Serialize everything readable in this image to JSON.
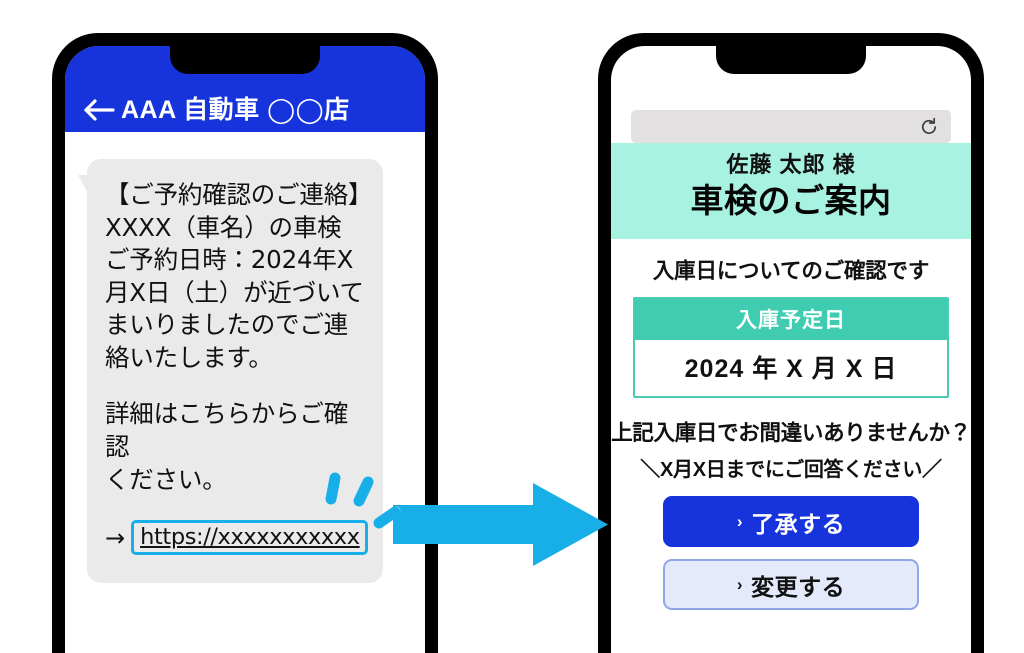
{
  "left_phone": {
    "app_bar": {
      "back_icon": "back-arrow-icon",
      "title": "AAA 自動車 ◯◯店"
    },
    "message_bubble": {
      "lines": [
        "【ご予約確認のご連絡】",
        "XXXX（車名）の車検",
        "ご予約日時：2024年X",
        "月X日（土）が近づいて",
        "まいりましたのでご連",
        "絡いたします。"
      ],
      "lines2": [
        "詳細はこちらからご確認",
        "ください。"
      ],
      "link_prefix_arrow": "→",
      "link_text": "https://xxxxxxxxxxx"
    },
    "decoration": {
      "sparkle_icon": "sparkle-icon"
    }
  },
  "flow": {
    "arrow_icon": "right-arrow-icon"
  },
  "right_phone": {
    "browser_bar": {
      "reload_icon": "reload-icon"
    },
    "hero": {
      "customer_name": "佐藤 太郎 様",
      "title": "車検のご案内"
    },
    "content": {
      "lead": "入庫日についてのご確認です",
      "date_card": {
        "header": "入庫予定日",
        "value": "2024 年 X 月 X 日"
      },
      "question": "上記入庫日でお間違いありませんか？",
      "deadline": "＼X月X日までにご回答ください／",
      "buttons": {
        "approve": "了承する",
        "change": "変更する",
        "chevron": "›"
      }
    }
  },
  "colors": {
    "brand_blue": "#1633DC",
    "mint": "#A8F2E2",
    "teal": "#3FCCB0",
    "cyan_accent": "#18AEE8",
    "bubble_gray": "#EAEAEA",
    "secondary_button_bg": "#E4EAFB"
  }
}
